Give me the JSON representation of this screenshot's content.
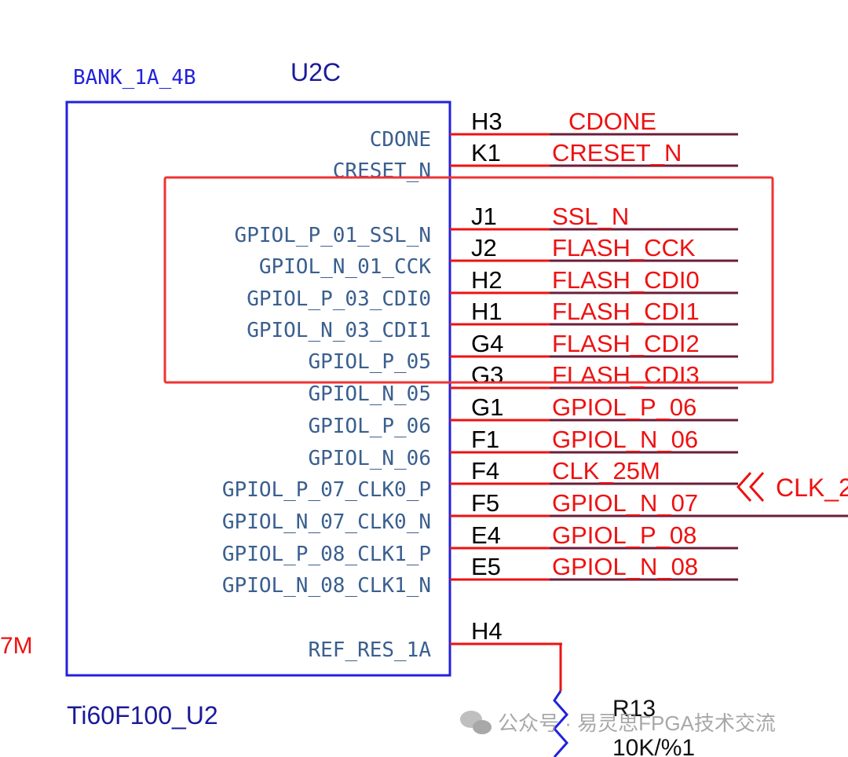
{
  "bank_label": "BANK_1A_4B",
  "ref_designator": "U2C",
  "part_name": "Ti60F100_U2",
  "left_offscreen_label": "7M",
  "pins": [
    {
      "name": "CDONE",
      "number": "H3",
      "net": "CDONE"
    },
    {
      "name": "CRESET_N",
      "number": "K1",
      "net": "CRESET_N"
    },
    {
      "name": "GPIOL_P_01_SSL_N",
      "number": "J1",
      "net": "SSL_N"
    },
    {
      "name": "GPIOL_N_01_CCK",
      "number": "J2",
      "net": "FLASH_CCK"
    },
    {
      "name": "GPIOL_P_03_CDI0",
      "number": "H2",
      "net": "FLASH_CDI0"
    },
    {
      "name": "GPIOL_N_03_CDI1",
      "number": "H1",
      "net": "FLASH_CDI1"
    },
    {
      "name": "GPIOL_P_05",
      "number": "G4",
      "net": "FLASH_CDI2"
    },
    {
      "name": "GPIOL_N_05",
      "number": "G3",
      "net": "FLASH_CDI3"
    },
    {
      "name": "GPIOL_P_06",
      "number": "G1",
      "net": "GPIOL_P_06"
    },
    {
      "name": "GPIOL_N_06",
      "number": "F1",
      "net": "GPIOL_N_06"
    },
    {
      "name": "GPIOL_P_07_CLK0_P",
      "number": "F4",
      "net": "CLK_25M"
    },
    {
      "name": "GPIOL_N_07_CLK0_N",
      "number": "F5",
      "net": "GPIOL_N_07"
    },
    {
      "name": "GPIOL_P_08_CLK1_P",
      "number": "E4",
      "net": "GPIOL_P_08"
    },
    {
      "name": "GPIOL_N_08_CLK1_N",
      "number": "E5",
      "net": "GPIOL_N_08"
    },
    {
      "name": "REF_RES_1A",
      "number": "H4",
      "net": ""
    }
  ],
  "offpage_connector": {
    "label": "CLK_2"
  },
  "resistor": {
    "refdes": "R13",
    "value": "10K/%1"
  },
  "watermark": {
    "text": "公众号 · 易灵思FPGA技术交流",
    "icon": "wechat-icon"
  },
  "colors": {
    "symbol": "#2222dd",
    "pin_text": "#3a5f8f",
    "net": "#ee1111",
    "wire": "#6b1d3a",
    "highlight": "#ee3333",
    "black": "#000000",
    "watermark": "#9a9a9a"
  }
}
